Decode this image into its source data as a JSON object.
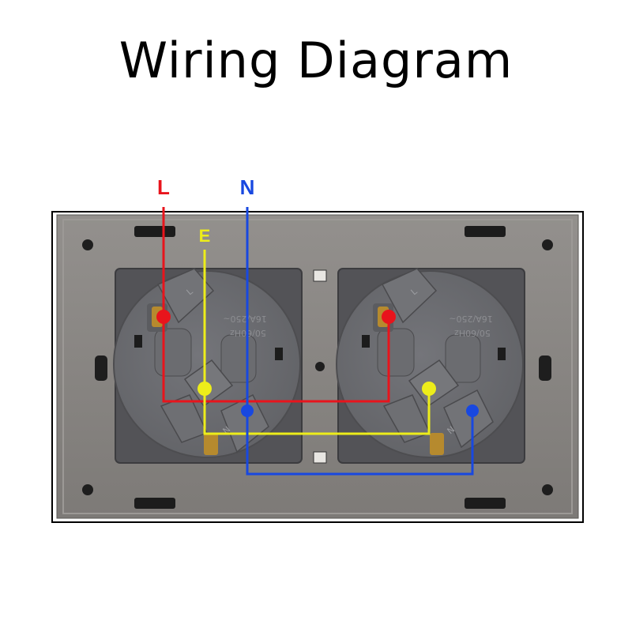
{
  "title": "Wiring Diagram",
  "wires": {
    "live": {
      "label": "L",
      "color": "#e8141c"
    },
    "earth": {
      "label": "E",
      "color": "#eded1a"
    },
    "neutral": {
      "label": "N",
      "color": "#1848e0"
    }
  },
  "sockets": [
    {
      "rating_line1": "16A/250~",
      "rating_line2": "50/60Hz",
      "terminal_l": "L",
      "terminal_n": "N"
    },
    {
      "rating_line1": "16A/250~",
      "rating_line2": "50/60Hz",
      "terminal_l": "L",
      "terminal_n": "N"
    }
  ],
  "colors": {
    "plate": "#8a8784",
    "plate_border": "#000000",
    "module": "#6b6b6d",
    "module_dark": "#565659",
    "brass": "#b68a2e"
  }
}
